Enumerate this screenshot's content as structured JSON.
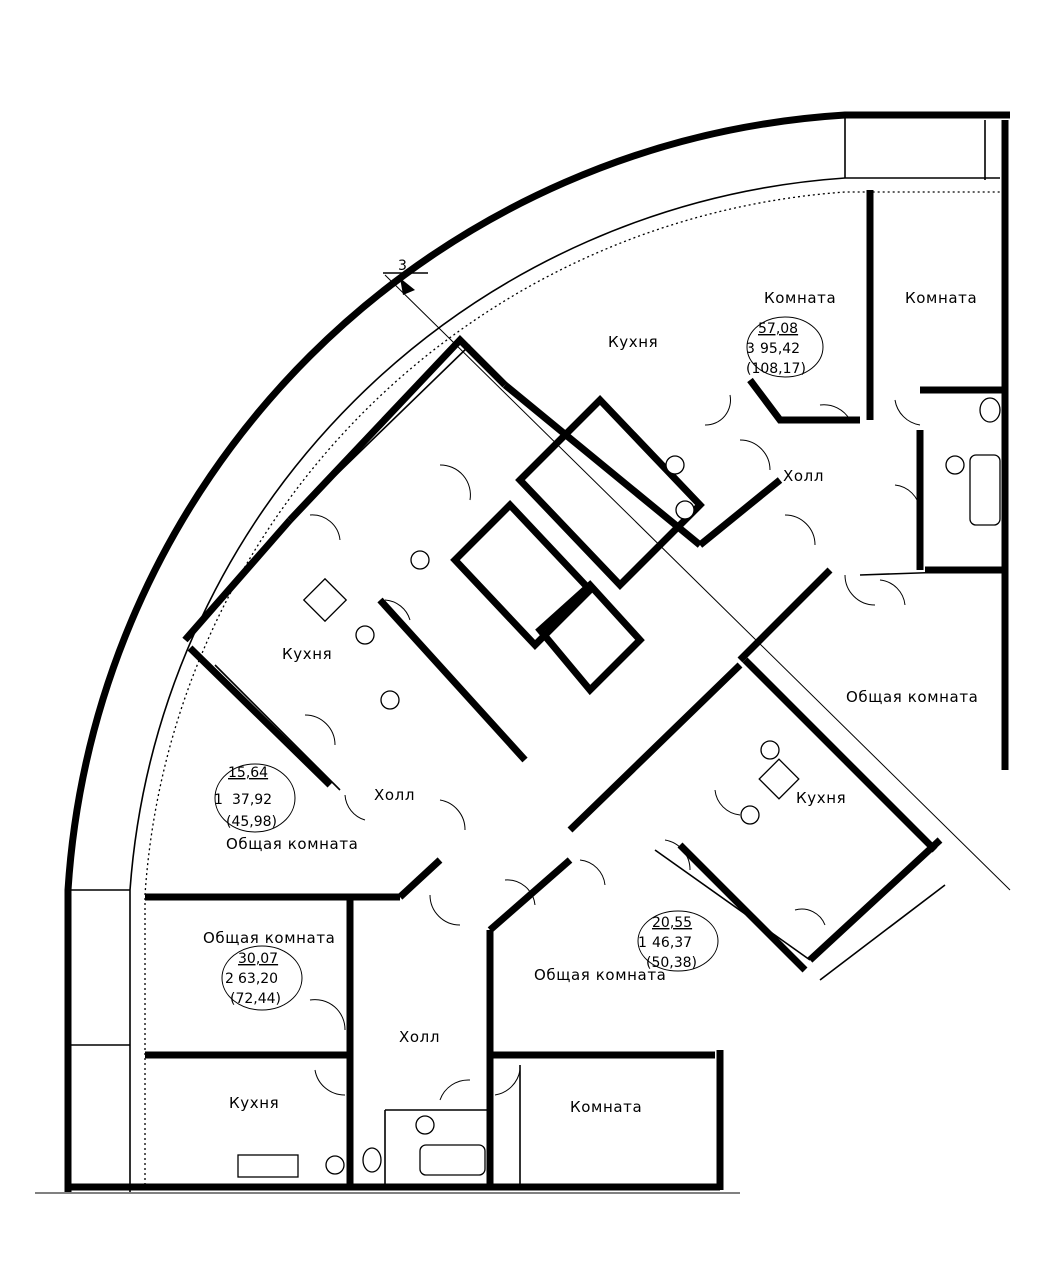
{
  "section_marker": "3",
  "apartments": [
    {
      "id": "top-right",
      "area_living": "57,08",
      "area_total": "95,42",
      "area_with_balcony": "(108,17)",
      "room_count": "3",
      "rooms": {
        "kitchen": "Кухня",
        "room_a": "Комната",
        "room_b": "Комната",
        "hall": "Холл",
        "living": "Общая комната"
      }
    },
    {
      "id": "left",
      "area_living": "15,64",
      "area_total": "37,92",
      "area_with_balcony": "(45,98)",
      "room_count": "1",
      "rooms": {
        "kitchen": "Кухня",
        "hall": "Холл",
        "living": "Общая комната"
      }
    },
    {
      "id": "right-lower",
      "area_living": "20,55",
      "area_total": "46,37",
      "area_with_balcony": "(50,38)",
      "room_count": "1",
      "rooms": {
        "kitchen": "Кухня",
        "living": "Общая комната"
      }
    },
    {
      "id": "bottom-left",
      "area_living": "30,07",
      "area_total": "63,20",
      "area_with_balcony": "(72,44)",
      "room_count": "2",
      "rooms": {
        "living": "Общая комната",
        "hall": "Холл",
        "kitchen": "Кухня",
        "room": "Комната"
      }
    }
  ]
}
